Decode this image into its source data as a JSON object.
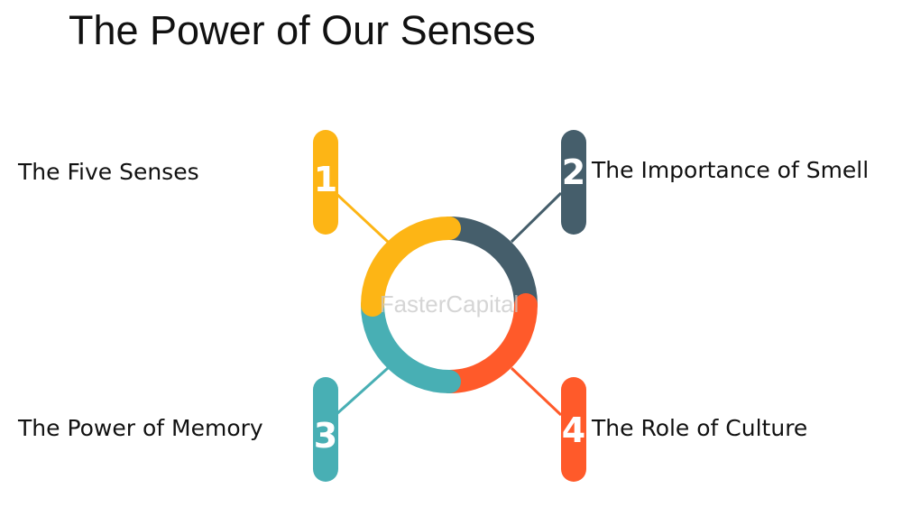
{
  "title": "The Power of Our Senses",
  "watermark": "FasterCapital",
  "items": [
    {
      "number": "1",
      "label": "The Five Senses",
      "color": "#FDB515"
    },
    {
      "number": "2",
      "label": "The Importance of Smell",
      "color": "#455E6B"
    },
    {
      "number": "3",
      "label": "The Power of Memory",
      "color": "#48AFB4"
    },
    {
      "number": "4",
      "label": "The Role of Culture",
      "color": "#FF5A2A"
    }
  ]
}
